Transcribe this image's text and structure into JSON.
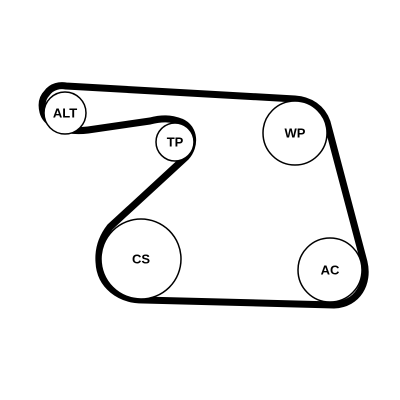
{
  "diagram": {
    "pulleys": [
      {
        "key": "alt",
        "label": "ALT"
      },
      {
        "key": "tp",
        "label": "TP"
      },
      {
        "key": "wp",
        "label": "WP"
      },
      {
        "key": "cs",
        "label": "CS"
      },
      {
        "key": "ac",
        "label": "AC"
      }
    ]
  }
}
